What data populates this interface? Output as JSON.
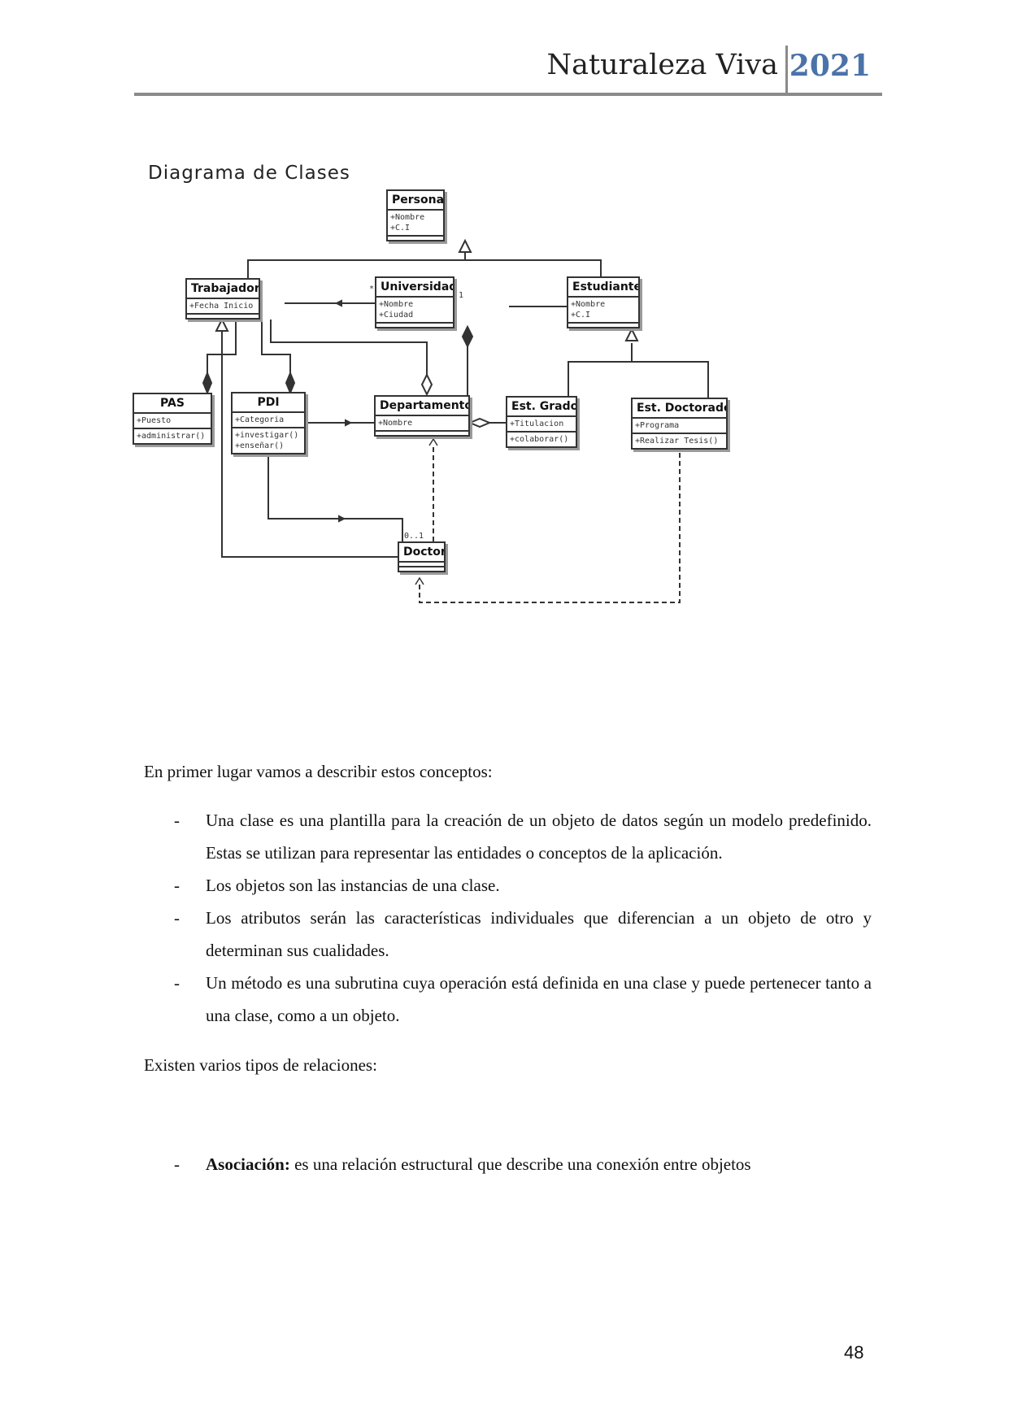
{
  "header": {
    "title": "Naturaleza Viva",
    "year": "2021"
  },
  "diagram": {
    "title": "Diagrama de Clases",
    "classes": {
      "persona": {
        "name": "Persona",
        "attrs": [
          "+Nombre",
          "+C.I"
        ]
      },
      "trabajador": {
        "name": "Trabajador",
        "attrs": [
          "+Fecha Inicio"
        ]
      },
      "universidad": {
        "name": "Universidad",
        "attrs": [
          "+Nombre",
          "+Ciudad"
        ]
      },
      "estudiante": {
        "name": "Estudiante",
        "attrs": [
          "+Nombre",
          "+C.I"
        ]
      },
      "pas": {
        "name": "PAS",
        "attrs": [
          "+Puesto"
        ],
        "methods": [
          "+administrar()"
        ]
      },
      "pdi": {
        "name": "PDI",
        "attrs": [
          "+Categoria"
        ],
        "methods": [
          "+investigar()",
          "+enseñar()"
        ]
      },
      "departamento": {
        "name": "Departamento",
        "attrs": [
          "+Nombre"
        ]
      },
      "est_grado": {
        "name": "Est. Grado",
        "attrs": [
          "+Titulacion"
        ],
        "methods": [
          "+colaborar()"
        ]
      },
      "est_doctorado": {
        "name": "Est. Doctorado",
        "attrs": [
          "+Programa"
        ],
        "methods": [
          "+Realizar Tesis()"
        ]
      },
      "doctor": {
        "name": "Doctor"
      }
    },
    "multiplicity": {
      "uni_est": "1",
      "doctor": "0..1",
      "star": "*"
    }
  },
  "body": {
    "intro": "En primer lugar vamos a describir estos conceptos:",
    "bullets": [
      "Una clase es una plantilla para la creación de un objeto de datos según un modelo predefinido. Estas se utilizan para representar las entidades o conceptos de la aplicación.",
      "Los objetos son las instancias de una clase.",
      "Los atributos serán las características individuales que diferencian a un objeto de otro y determinan sus cualidades.",
      "Un método es una subrutina cuya operación está definida en una clase y puede pertenecer tanto a una clase, como a un objeto."
    ],
    "relations_intro": "Existen varios tipos de relaciones:",
    "assoc_term": "Asociación:",
    "assoc_text": " es una relación estructural que describe una conexión entre objetos"
  },
  "page_number": "48"
}
